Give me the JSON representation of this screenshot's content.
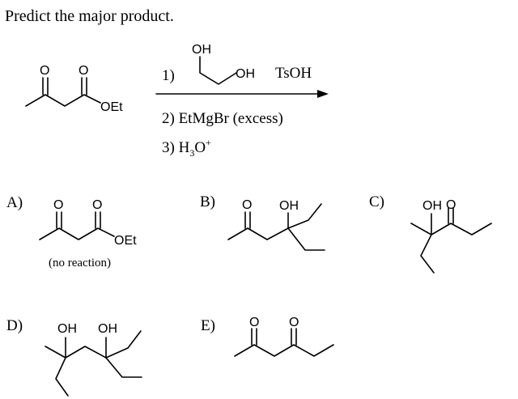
{
  "question": "Predict the major product.",
  "reaction": {
    "reactant_group": "OEt",
    "steps": {
      "step1_number": "1)",
      "step1_reagent_groups": [
        "OH",
        "OH"
      ],
      "step1_catalyst": "TsOH",
      "step2": "2) EtMgBr (excess)",
      "step3_prefix": "3) H",
      "step3_sub": "3",
      "step3_mid": "O",
      "step3_sup": "+"
    }
  },
  "choices": [
    {
      "label": "A)",
      "groups": [
        "OEt"
      ],
      "note": "(no reaction)"
    },
    {
      "label": "B)",
      "groups": [
        "OH"
      ]
    },
    {
      "label": "C)",
      "groups": [
        "OH"
      ]
    },
    {
      "label": "D)",
      "groups": [
        "OH",
        "OH"
      ]
    },
    {
      "label": "E)",
      "groups": []
    }
  ],
  "atoms": {
    "oxygen": "O"
  }
}
